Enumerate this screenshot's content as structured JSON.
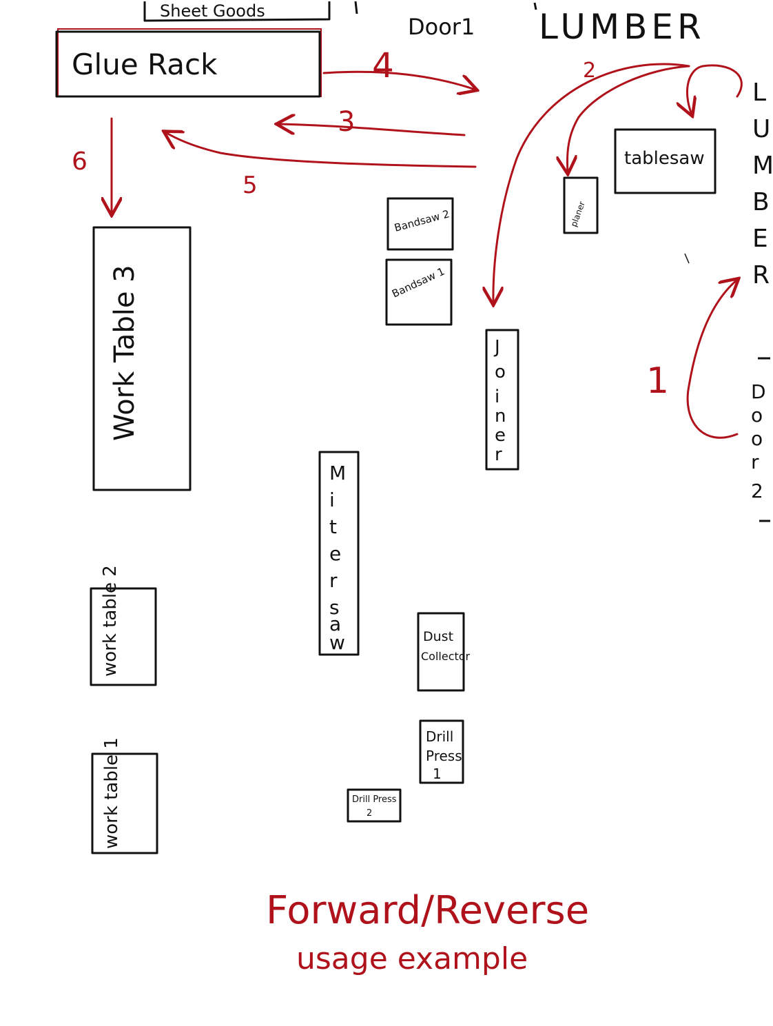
{
  "labels": {
    "sheet_goods": "Sheet Goods",
    "glue_rack": "Glue Rack",
    "door1": "Door1",
    "lumber_top": "LUMBER",
    "lumber_side": "LUMBER",
    "door2": "Door2",
    "tablesaw": "tablesaw",
    "planer": "planer",
    "bandsaw2": "Bandsaw 2",
    "bandsaw1": "Bandsaw 1",
    "joiner": "Joiner",
    "miter_saw": "Mitersaw",
    "work_table_3": "Work Table 3",
    "work_table_2": "work table 2",
    "work_table_1": "work table 1",
    "dust_collector": "Dust Collector",
    "drill_press_1": "Drill Press 1",
    "drill_press_2": "Drill Press 2"
  },
  "arrows": {
    "a1": "1",
    "a2": "2",
    "a3": "3",
    "a4": "4",
    "a5": "5",
    "a6": "6"
  },
  "caption": {
    "line1": "Forward/Reverse",
    "line2": "usage example"
  },
  "colors": {
    "ink": "#111111",
    "route": "#b0121b"
  }
}
